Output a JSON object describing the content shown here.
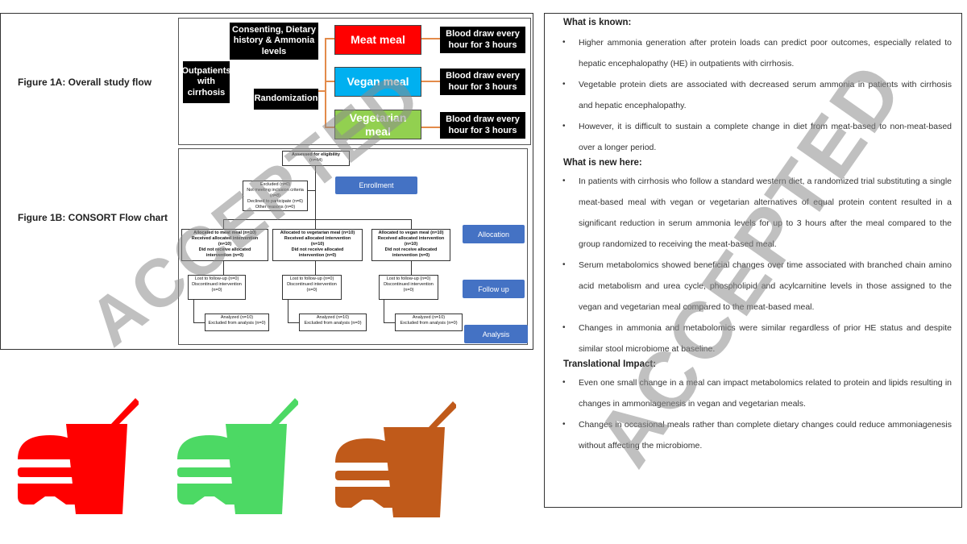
{
  "left": {
    "fig1a_label": "Figure 1A: Overall study flow",
    "fig1b_label": "Figure 1B: CONSORT Flow chart",
    "flow_a": {
      "outpatients": "Outpatients with cirrhosis",
      "consenting": "Consenting, Dietary history & Ammonia levels",
      "randomization": "Randomization",
      "meals": [
        {
          "label": "Meat meal",
          "color": "#ff0000"
        },
        {
          "label": "Vegan meal",
          "color": "#00b0f0"
        },
        {
          "label": "Vegetarian meal",
          "color": "#92d050"
        }
      ],
      "blood_draw": "Blood draw every hour for 3 hours"
    },
    "consort": {
      "assessed": "Assessed for eligibility",
      "assessed_n": "(n=44)",
      "excluded": [
        "Excluded (n=0)",
        "Not meeting inclusion criteria",
        "(n=8)",
        "Declined to participate (n=6)",
        "Other reasons (n=0)"
      ],
      "stages": [
        "Enrollment",
        "Allocation",
        "Follow up",
        "Analysis"
      ],
      "arms": [
        {
          "alloc": "Allocated to meat meal (n=10)",
          "alloc_lines": [
            "Received allocated intervention",
            "(n=10)",
            "Did not receive allocated",
            "intervention (n=0)"
          ],
          "follow": [
            "Lost to follow-up (n=0)",
            "Discontinued intervention",
            "(n=0)"
          ],
          "analyzed": [
            "Analyzed (n=10)",
            "Excluded from analysis (n=0)"
          ]
        },
        {
          "alloc": "Allocated to vegetarian meal (n=10)",
          "alloc_lines": [
            "Received allocated intervention",
            "(n=10)",
            "Did not receive allocated",
            "intervention (n=0)"
          ],
          "follow": [
            "Lost to follow-up (n=0)",
            "Discontinued intervention",
            "(n=0)"
          ],
          "analyzed": [
            "Analyzed (n=10)",
            "Excluded from analysis (n=0)"
          ]
        },
        {
          "alloc": "Allocated to vegan meal (n=10)",
          "alloc_lines": [
            "Received allocated intervention",
            "(n=10)",
            "Did not receive allocated",
            "intervention (n=0)"
          ],
          "follow": [
            "Lost to follow-up (n=0)",
            "Discontinued intervention",
            "(n=0)"
          ],
          "analyzed": [
            "Analyzed (n=10)",
            "Excluded from analysis (n=0)"
          ]
        }
      ]
    }
  },
  "icons": [
    {
      "name": "fast-food-red-icon",
      "color": "#ff0000"
    },
    {
      "name": "fast-food-green-icon",
      "color": "#4cd964"
    },
    {
      "name": "fast-food-brown-icon",
      "color": "#c05a1a"
    }
  ],
  "right": {
    "known_title": "What is known:",
    "known": [
      "Higher ammonia generation after protein loads can predict poor outcomes, especially related to hepatic encephalopathy (HE) in outpatients with cirrhosis.",
      "Vegetable protein diets are associated with decreased serum ammonia in patients with cirrhosis and hepatic encephalopathy.",
      "However, it is difficult to sustain a complete change in diet from meat-based to non-meat-based over a longer period."
    ],
    "new_title": "What is new here:",
    "new": [
      "In patients with cirrhosis who follow a standard western diet, a randomized trial substituting a single meat-based meal with vegan or vegetarian alternatives of equal protein content resulted in a significant reduction in serum ammonia levels for up to 3 hours after the meal compared to the group randomized to receiving the meat-based meal.",
      "Serum metabolomics showed beneficial changes over time associated with branched chain amino acid metabolism and urea cycle, phospholipid and acylcarnitine levels in those assigned to the vegan and vegetarian meal compared to the meat-based meal.",
      "Changes in ammonia and metabolomics were similar regardless of prior HE status and despite similar stool microbiome at baseline."
    ],
    "impact_title": "Translational Impact:",
    "impact": [
      "Even one small change in a meal can impact metabolomics related to protein and lipids resulting in changes in ammoniagenesis in vegan and vegetarian meals.",
      "Changes in occasional meals rather than complete dietary changes could reduce ammoniagenesis without affecting the microbiome."
    ]
  },
  "watermark": "ACCEPTED",
  "bullet_char": "•"
}
